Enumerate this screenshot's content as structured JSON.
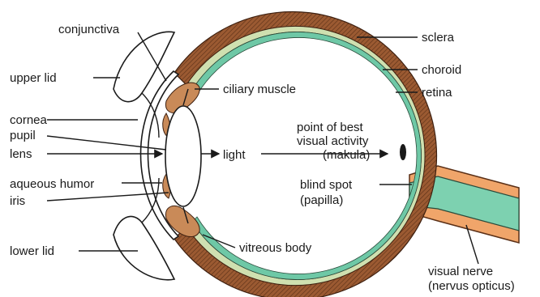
{
  "labels": {
    "conjunctiva": "conjunctiva",
    "upper_lid": "upper lid",
    "cornea": "cornea",
    "pupil": "pupil",
    "lens": "lens",
    "aqueous_humor": "aqueous humor",
    "iris": "iris",
    "lower_lid": "lower lid",
    "ciliary_muscle": "ciliary muscle",
    "light": "light",
    "point_best_1": "point of best",
    "point_best_2": "visual activity",
    "point_best_3": "(makula)",
    "sclera": "sclera",
    "choroid": "choroid",
    "retina": "retina",
    "blind_spot_1": "blind spot",
    "blind_spot_2": "(papilla)",
    "vitreous_body": "vitreous body",
    "visual_nerve_1": "visual nerve",
    "visual_nerve_2": "(nervus opticus)"
  },
  "colors": {
    "sclera": "#9b5a32",
    "choroid": "#cfe0b0",
    "retina": "#6ec8a6",
    "ciliary": "#c98a58",
    "nerve_outer": "#f0a56a",
    "nerve_inner": "#7dd1b0"
  }
}
